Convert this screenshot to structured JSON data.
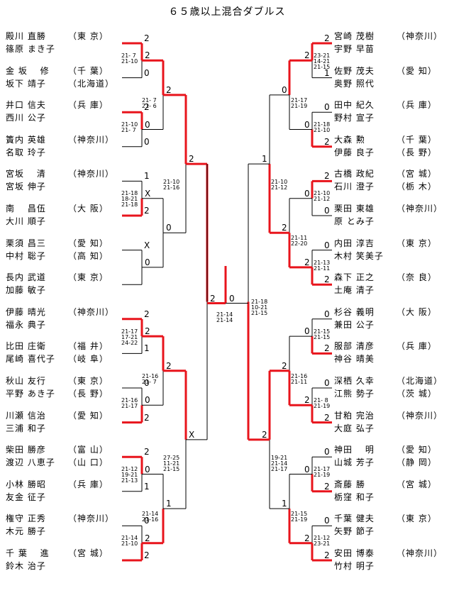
{
  "title": "６５歳以上混合ダブルス",
  "left": [
    {
      "players": [
        "殿川 直勝",
        "篠原 まき子"
      ],
      "prefs": [
        "（東 京）",
        ""
      ]
    },
    {
      "players": [
        "金 坂 　修",
        "坂下 靖子"
      ],
      "prefs": [
        "（千 葉）",
        "（北海道）"
      ]
    },
    {
      "players": [
        "井口 信夫",
        "西川 公子"
      ],
      "prefs": [
        "（兵 庫）",
        ""
      ]
    },
    {
      "players": [
        "簀内 英雄",
        "名取 玲子"
      ],
      "prefs": [
        "（神奈川）",
        ""
      ]
    },
    {
      "players": [
        "宮坂 　清",
        "宮坂 伸子"
      ],
      "prefs": [
        "（神奈川）",
        ""
      ]
    },
    {
      "players": [
        "南 　昌伍",
        "大川 順子"
      ],
      "prefs": [
        "（大 阪）",
        ""
      ]
    },
    {
      "players": [
        "栗須 昌三",
        "中村 聡子"
      ],
      "prefs": [
        "（愛 知）",
        "（高 知）"
      ]
    },
    {
      "players": [
        "長内 武道",
        "加藤 敏子"
      ],
      "prefs": [
        "（東 京）",
        ""
      ]
    },
    {
      "players": [
        "伊藤 晴光",
        "福永 典子"
      ],
      "prefs": [
        "（神奈川）",
        ""
      ]
    },
    {
      "players": [
        "比田 庄衛",
        "尾崎 喜代子"
      ],
      "prefs": [
        "（福 井）",
        "（岐 阜）"
      ]
    },
    {
      "players": [
        "秋山 友行",
        "平野 あき子"
      ],
      "prefs": [
        "（東 京）",
        "（長 野）"
      ]
    },
    {
      "players": [
        "川瀬 信治",
        "三浦 和子"
      ],
      "prefs": [
        "（愛 知）",
        ""
      ]
    },
    {
      "players": [
        "柴田 勝彦",
        "渡辺 八恵子"
      ],
      "prefs": [
        "（富 山）",
        "（山 口）"
      ]
    },
    {
      "players": [
        "小林 勝昭",
        "友金 征子"
      ],
      "prefs": [
        "（兵 庫）",
        ""
      ]
    },
    {
      "players": [
        "権守 正秀",
        "木元 勝子"
      ],
      "prefs": [
        "（神奈川）",
        ""
      ]
    },
    {
      "players": [
        "千 葉 　進",
        "鈴木 治子"
      ],
      "prefs": [
        "（宮 城）",
        ""
      ]
    }
  ],
  "right": [
    {
      "players": [
        "宮崎 茂樹",
        "宇野 早苗"
      ],
      "prefs": [
        "（神奈川）",
        ""
      ]
    },
    {
      "players": [
        "佐野 茂夫",
        "奥野 照代"
      ],
      "prefs": [
        "（愛 知）",
        ""
      ]
    },
    {
      "players": [
        "田中 紀久",
        "野村 宣子"
      ],
      "prefs": [
        "（兵 庫）",
        ""
      ]
    },
    {
      "players": [
        "大森 勲",
        "伊藤 良子"
      ],
      "prefs": [
        "（千 葉）",
        "（長 野）"
      ]
    },
    {
      "players": [
        "古橋 政紀",
        "石川 澄子"
      ],
      "prefs": [
        "（宮 城）",
        "（栃 木）"
      ]
    },
    {
      "players": [
        "栗田 東雄",
        "原 とみ子"
      ],
      "prefs": [
        "（神奈川）",
        ""
      ]
    },
    {
      "players": [
        "内田 淳吉",
        "木村 笑美子"
      ],
      "prefs": [
        "（東 京）",
        ""
      ]
    },
    {
      "players": [
        "森下 正之",
        "土庵 清子"
      ],
      "prefs": [
        "（奈 良）",
        ""
      ]
    },
    {
      "players": [
        "杉谷 義明",
        "兼田 公子"
      ],
      "prefs": [
        "（大 阪）",
        ""
      ]
    },
    {
      "players": [
        "服部 清彦",
        "神谷 晴美"
      ],
      "prefs": [
        "（兵 庫）",
        ""
      ]
    },
    {
      "players": [
        "深栖 久幸",
        "江熊 勢子"
      ],
      "prefs": [
        "（北海道）",
        "（茨 城）"
      ]
    },
    {
      "players": [
        "甘粕 完治",
        "大庭 弘子"
      ],
      "prefs": [
        "（神奈川）",
        ""
      ]
    },
    {
      "players": [
        "神田 　明",
        "山城 芳子"
      ],
      "prefs": [
        "（愛 知）",
        "（静 岡）"
      ]
    },
    {
      "players": [
        "斎藤 勝",
        "栃窪 和子"
      ],
      "prefs": [
        "（宮 城）",
        ""
      ]
    },
    {
      "players": [
        "千葉 健夫",
        "矢野 節子"
      ],
      "prefs": [
        "（東 京）",
        ""
      ]
    },
    {
      "players": [
        "安田 博泰",
        "竹村 明子"
      ],
      "prefs": [
        "（神奈川）",
        ""
      ]
    }
  ],
  "marks": {
    "l1": [
      "2",
      "0",
      "2",
      "0",
      "1",
      "2",
      "X",
      "",
      "2",
      "1",
      "0",
      "2",
      "2",
      "1",
      "0",
      "2"
    ],
    "l2": [
      "2",
      "0",
      "X",
      "0",
      "2",
      "0",
      "0",
      "2"
    ],
    "l3": [
      "2",
      "0",
      "2",
      "1"
    ],
    "l4": [
      "2",
      "X"
    ],
    "r1": [
      "2",
      "1",
      "0",
      "2",
      "2",
      "0",
      "0",
      "2",
      "0",
      "2",
      "0",
      "2",
      "0",
      "2",
      "0",
      "2"
    ],
    "r2": [
      "2",
      "0",
      "0",
      "2",
      "0",
      "2",
      "0",
      "2"
    ],
    "r3": [
      "0",
      "2",
      "2",
      "1"
    ],
    "r4": [
      "1",
      "2"
    ],
    "final_left": "2",
    "final_right": "0"
  },
  "scores": {
    "l1": [
      "21- 7\n21-10",
      "21-10\n21- 7",
      "21-18\n18-21\n21-18",
      "",
      "21-17\n17-21\n24-22",
      "21-16\n21-17",
      "21-12\n19-21\n21-13",
      "21-14\n21-10"
    ],
    "l2": [
      "21- 7\n21- 6",
      "",
      "21-16\n21- 7",
      "21-14\n21-16"
    ],
    "l3": [
      "21-10\n21-16",
      "27-25\n11-21\n21-15"
    ],
    "final": "21-14\n21-14",
    "r1": [
      "23-21\n14-21\n21-15",
      "21-18\n21-10",
      "21-10\n21-12",
      "21-13\n21-11",
      "21-15\n21-15",
      "21- 8\n21-19",
      "21-17\n21-19",
      "21-12\n23-21"
    ],
    "r2": [
      "21-17\n21-19",
      "21-11\n22-20",
      "21-16\n21-11",
      "21-15\n21-19"
    ],
    "r3": [
      "21-10\n21-12",
      "19-21\n21-14\n21-17"
    ],
    "semi": "21-18\n10-21\n21-15"
  }
}
